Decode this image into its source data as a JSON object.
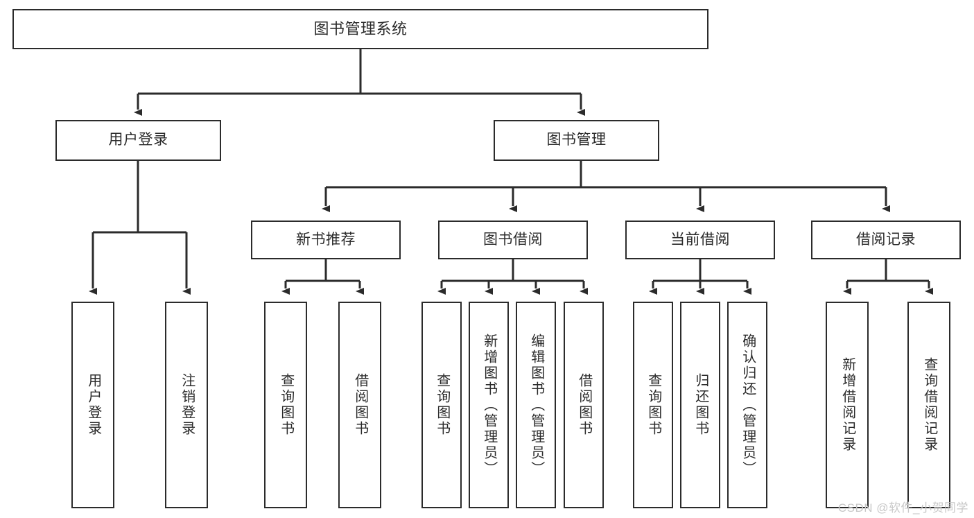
{
  "diagram": {
    "title_node": {
      "label": "图书管理系统"
    },
    "level2": [
      {
        "label": "用户登录"
      },
      {
        "label": "图书管理"
      }
    ],
    "level3": [
      {
        "label": "新书推荐"
      },
      {
        "label": "图书借阅"
      },
      {
        "label": "当前借阅"
      },
      {
        "label": "借阅记录"
      }
    ],
    "leaves": {
      "user_login": [
        {
          "label": "用户登录"
        },
        {
          "label": "注销登录"
        }
      ],
      "new_book_recommend": [
        {
          "label": "查询图书"
        },
        {
          "label": "借阅图书"
        }
      ],
      "book_borrow": [
        {
          "label": "查询图书"
        },
        {
          "label": "新增图书（管理员）"
        },
        {
          "label": "编辑图书（管理员）"
        },
        {
          "label": "借阅图书"
        }
      ],
      "current_borrow": [
        {
          "label": "查询图书"
        },
        {
          "label": "归还图书"
        },
        {
          "label": "确认归还（管理员）"
        }
      ],
      "borrow_record": [
        {
          "label": "新增借阅记录"
        },
        {
          "label": "查询借阅记录"
        }
      ]
    }
  },
  "watermark": {
    "text": "CSDN @软件_小贺同学"
  },
  "colors": {
    "stroke": "#2b2b2b",
    "box_fill": "#ffffff",
    "text": "#2b2b2b",
    "watermark": "#c8c8c8",
    "background": "#ffffff"
  }
}
